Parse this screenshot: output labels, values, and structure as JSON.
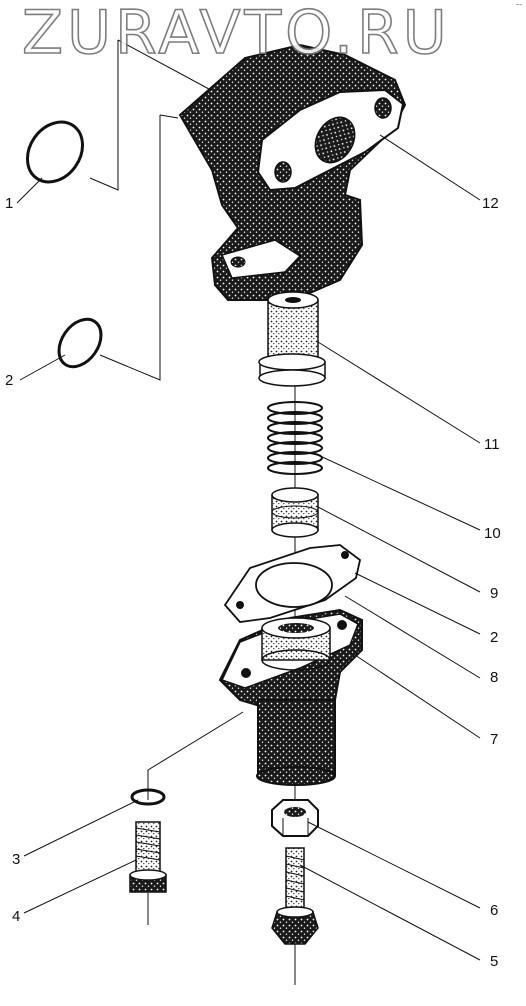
{
  "watermark": "ZURAVTO.RU",
  "corner_mark": "~-",
  "callouts": {
    "c1": "1",
    "c2a": "2",
    "c12": "12",
    "c11": "11",
    "c10": "10",
    "c9": "9",
    "c2b": "2",
    "c8": "8",
    "c7": "7",
    "c3": "3",
    "c4": "4",
    "c6": "6",
    "c5": "5"
  }
}
